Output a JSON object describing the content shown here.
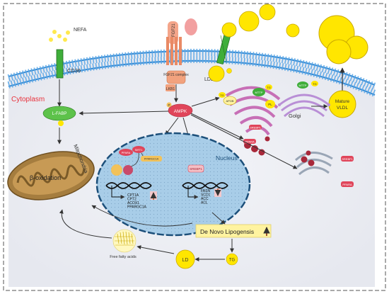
{
  "labels": {
    "nefa": "NEFA",
    "cd36": "CD36",
    "cytoplasm": "Cytoplasm",
    "fgf21": "FGF21",
    "ldlr": "LDLR",
    "fgf21_complex": "FGF21 complex",
    "lkb1": "LKB1",
    "ampk": "AMPK",
    "p": "P",
    "lfabp": "L-FABP",
    "mitochondria": "Mitochondria",
    "beta_oxidation": "β-oxidation",
    "nucleus": "Nucleus",
    "ppara": "PPARA",
    "sirt1": "SIRT1",
    "ppargc1a": "PPARGC1A",
    "srebp1": "SREBP1",
    "srebf1": "SREBF1",
    "apob": "APOB",
    "mttp": "MTTP",
    "tg": "TG",
    "pl": "PL",
    "golgi": "Golgi",
    "mature_vldl": "Mature VLDL",
    "de_novo": "De Novo Lipogensis",
    "free_fatty_acids": "Free fatty acids",
    "ld": "LD"
  },
  "gene_lists": {
    "oxidation": [
      "CPT1A",
      "CPT2",
      "ACOX1",
      "PPARGC1A"
    ],
    "lipogenesis": [
      "FASN",
      "SCD1",
      "ACC",
      "ACL"
    ]
  },
  "colors": {
    "membrane_blue": "#3b8ed6",
    "nucleus_fill": "#a8cde8",
    "lipid_yellow": "#ffe600",
    "ampk_red": "#e0455a",
    "cytoplasm_red": "#e8323c",
    "mito_brown": "#8a6a35"
  }
}
